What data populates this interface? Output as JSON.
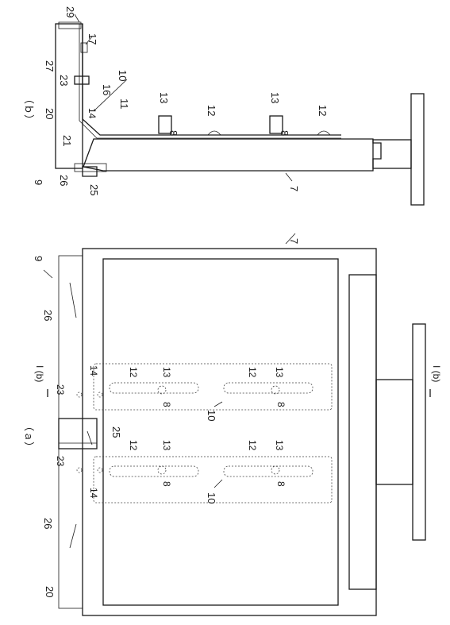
{
  "views": {
    "a_label": "（ａ）",
    "b_label": "（ｂ）"
  },
  "section_marks": {
    "top": "I (b)",
    "bottom": "I (b)"
  },
  "labels_a": {
    "monitor": "7",
    "assembly": "9",
    "rail_left": "26",
    "rail_right": "26",
    "bracket_num": "20",
    "clip": "25",
    "hinge_left": "23",
    "hinge_right": "23",
    "plate_left": "10",
    "plate_right": "10",
    "slot_ul": "12",
    "slot_ur": "12",
    "slot_ll": "12",
    "slot_lr": "12",
    "screw_ul": "13",
    "screw_ur": "13",
    "screw_ll": "13",
    "screw_lr": "13",
    "hole_ul": "8",
    "hole_ur": "8",
    "hole_ll": "8",
    "hole_lr": "8",
    "tab_left": "14",
    "tab_right": "14"
  },
  "labels_b": {
    "cap": "29",
    "spring": "17",
    "housing": "27",
    "pin": "23",
    "arm_group": "10",
    "arm_a": "16",
    "arm_b": "11",
    "bracket": "20",
    "tab": "14",
    "body": "21",
    "screw_1": "13",
    "screw_2": "13",
    "slot_1": "12",
    "slot_2": "12",
    "hole_1": "8",
    "hole_2": "8",
    "assembly": "9",
    "rail": "26",
    "clip": "25",
    "monitor": "7"
  }
}
